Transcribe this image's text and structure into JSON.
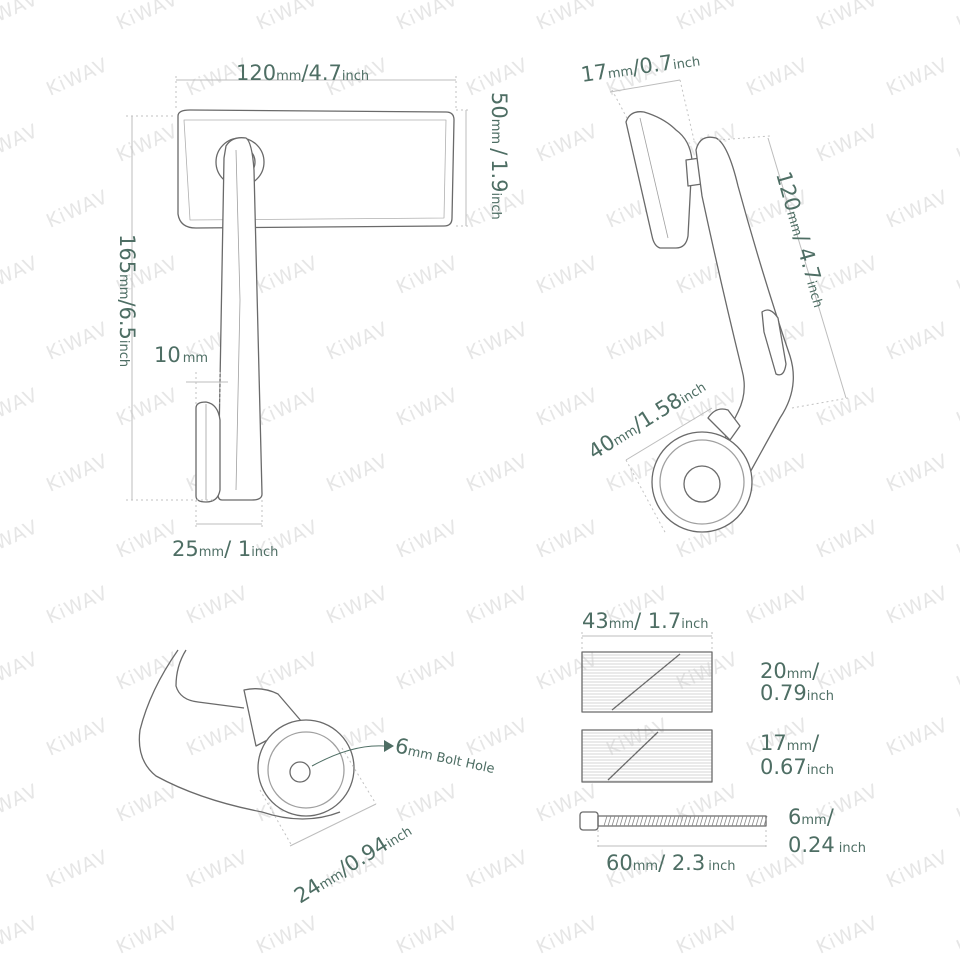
{
  "watermark": "KiWAV",
  "dimensions": {
    "front_width_mm": "120",
    "front_width_mm_unit": "mm",
    "front_width_in": "/4.7",
    "front_width_in_unit": "inch",
    "front_height_mm": "50",
    "front_height_mm_unit": "mm",
    "front_height_sep": "/",
    "front_height_in": "1.9",
    "front_height_in_unit": "inch",
    "total_height_mm": "165",
    "total_height_mm_unit": "mm",
    "total_height_in": "/6.5",
    "total_height_in_unit": "inch",
    "offset_mm": "10",
    "offset_mm_unit": "mm",
    "base_width_mm": "25",
    "base_width_mm_unit": "mm",
    "base_width_in": "/ 1",
    "base_width_in_unit": "inch",
    "head_depth_mm": "17",
    "head_depth_mm_unit": "mm",
    "head_depth_in": "/0.7",
    "head_depth_in_unit": "inch",
    "arm_length_mm": "120",
    "arm_length_mm_unit": "mm",
    "arm_length_in": "/ 4.7",
    "arm_length_in_unit": "inch",
    "clamp_dia_mm": "40",
    "clamp_dia_mm_unit": "mm",
    "clamp_dia_in": "/1.58",
    "clamp_dia_in_unit": "inch",
    "bolt_hole_mm": "6",
    "bolt_hole_mm_unit": "mm",
    "bolt_hole_label": "Bolt Hole",
    "clamp_inner_mm": "24",
    "clamp_inner_mm_unit": "mm",
    "clamp_inner_in": "/0.94",
    "clamp_inner_in_unit": "inch",
    "spacer_width_mm": "43",
    "spacer_width_mm_unit": "mm",
    "spacer_width_in": "/ 1.7",
    "spacer_width_in_unit": "inch",
    "spacer1_mm": "20",
    "spacer1_mm_unit": "mm",
    "spacer1_sep": "/",
    "spacer1_in": "0.79",
    "spacer1_in_unit": "inch",
    "spacer2_mm": "17",
    "spacer2_mm_unit": "mm",
    "spacer2_sep": "/",
    "spacer2_in": "0.67",
    "spacer2_in_unit": "inch",
    "bolt_dia_mm": "6",
    "bolt_dia_mm_unit": "mm",
    "bolt_dia_sep": "/",
    "bolt_dia_in": "0.24",
    "bolt_dia_in_unit": "inch",
    "bolt_len_mm": "60",
    "bolt_len_mm_unit": "mm",
    "bolt_len_in": "/ 2.3",
    "bolt_len_in_unit": "inch"
  },
  "colors": {
    "text": "#4e6e64",
    "line": "#bdbdbd",
    "part": "#6a6a6a",
    "watermark": "#e6e6e6"
  }
}
